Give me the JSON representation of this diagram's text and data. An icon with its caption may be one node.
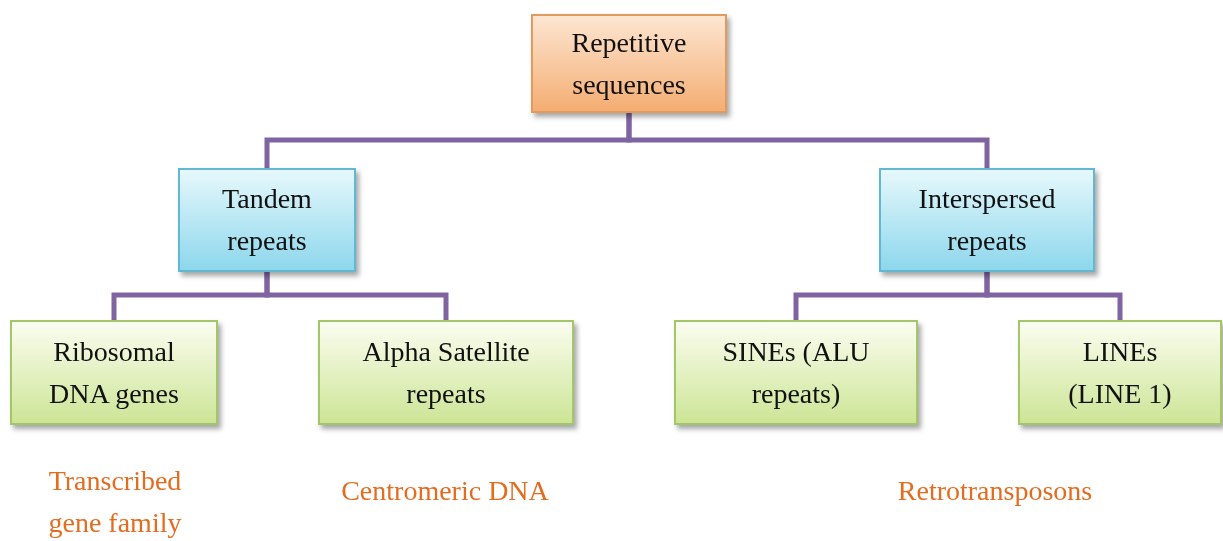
{
  "diagram": {
    "nodes": [
      {
        "text": [
          "Repetitive sequences"
        ]
      },
      {
        "text": [
          "Tandem repeats"
        ]
      },
      {
        "text": [
          "Interspersed repeats"
        ]
      },
      {
        "text": [
          "Ribosomal DNA genes"
        ],
        "beside": [
          "Transcribed gene family"
        ]
      },
      {
        "text": [
          "Alpha Satellite repeats"
        ],
        "beside": [
          "Centromeric DNA"
        ]
      },
      {
        "text": [
          "SINEs (ALU repeats)"
        ]
      },
      {
        "text": [
          "LINEs (LINE 1)"
        ]
      }
    ],
    "edges": [
      {
        "from": 0,
        "to": 1,
        "arrow": "none"
      },
      {
        "from": 0,
        "to": 2,
        "arrow": "none"
      },
      {
        "from": 1,
        "to": 3,
        "arrow": "none"
      },
      {
        "from": 1,
        "to": 4,
        "arrow": "none"
      },
      {
        "from": 2,
        "to": 5,
        "arrow": "none"
      },
      {
        "from": 2,
        "to": 6,
        "arrow": "none"
      }
    ],
    "labels": [
      "Retrotransposons"
    ]
  }
}
